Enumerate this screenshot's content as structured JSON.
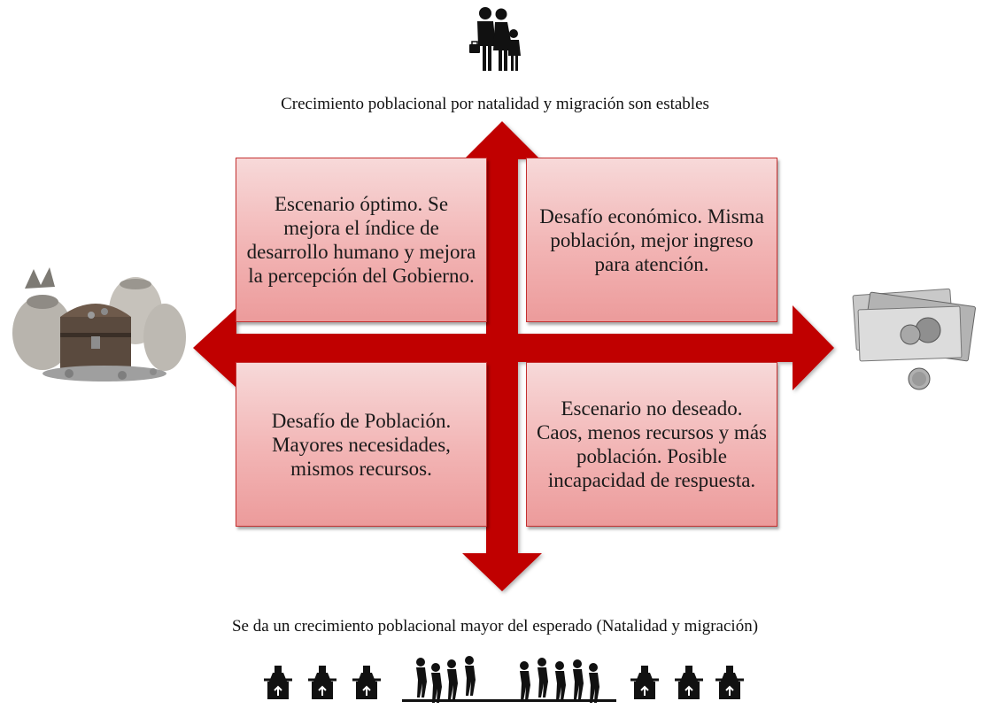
{
  "top_label": "Crecimiento poblacional por natalidad y migración son estables",
  "bottom_label": "Se da un crecimiento poblacional mayor del esperado (Natalidad y migración)",
  "quadrants": [
    {
      "text": "Escenario óptimo. Se mejora el índice de desarrollo humano y mejora la percepción del Gobierno."
    },
    {
      "text": "Desafío económico. Misma población, mejor ingreso para atención."
    },
    {
      "text": "Desafío de Población. Mayores necesidades, mismos recursos."
    },
    {
      "text": "Escenario no deseado. Caos, menos recursos y más población. Posible incapacidad de respuesta."
    }
  ],
  "icons": {
    "top": "family-icon",
    "left": "money-bags-treasure-icon",
    "right": "cash-and-coins-icon",
    "bottom": "migrants-and-boats-icon"
  },
  "colors": {
    "arrow": "#c00000",
    "box_border": "#c43030",
    "box_fill": "#f2b4b4"
  }
}
